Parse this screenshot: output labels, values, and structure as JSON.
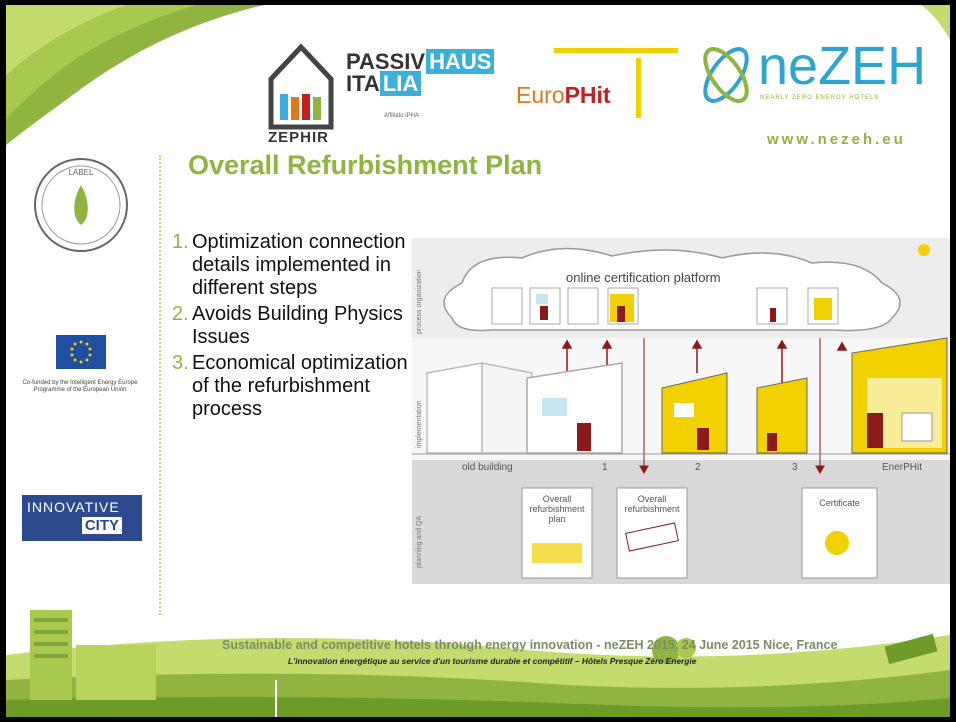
{
  "header": {
    "zephir_logo_text": "ZEPHIR",
    "passiv_text": "PASSIV",
    "haus_text": "HAUS",
    "italia_prefix": "ITA",
    "italia_suffix": "LIA",
    "affiliate_text": "Affiliato iPHA",
    "europhit_prefix": "Euro",
    "europhit_suffix": "PHit",
    "nezeh_text": "neZEH",
    "nezeh_subtitle": "NEARLY ZERO ENERGY HOTELS",
    "website": "www.nezeh.eu"
  },
  "sidebar": {
    "label_badge": "LABEL",
    "eu_caption": "Co-funded by the Intelligent Energy Europe Programme of the European Union",
    "innovative_text": "INNOVATIVE",
    "city_text": "CITY"
  },
  "title": "Overall Refurbishment Plan",
  "bullets": [
    {
      "num": "1.",
      "text": "Optimization connection details implemented in different steps"
    },
    {
      "num": "2.",
      "text": "Avoids Building Physics Issues"
    },
    {
      "num": "3.",
      "text": "Economical optimization of the refurbishment process"
    }
  ],
  "diagram": {
    "cloud_title": "online certification platform",
    "row_labels": [
      "process organization",
      "implementation",
      "planning and QA"
    ],
    "stage_labels": [
      "old building",
      "1",
      "2",
      "3",
      "EnerPHit"
    ],
    "doc1": "Overall refurbishment plan",
    "doc2": "Overall refurbishment",
    "doc3": "Certificate"
  },
  "footer": {
    "line1": "Sustainable and competitive hotels through energy innovation - neZEH 2015, 24 June 2015 Nice, France",
    "line2": "L'innovation énergétique au service d'un tourisme durable et compétitif – Hôtels Presque Zéro Energie"
  },
  "colors": {
    "accent_green": "#8fb43f",
    "nezeh_blue": "#2ea4d0",
    "house_yellow": "#f2d100",
    "door_red": "#8b1a1a"
  }
}
